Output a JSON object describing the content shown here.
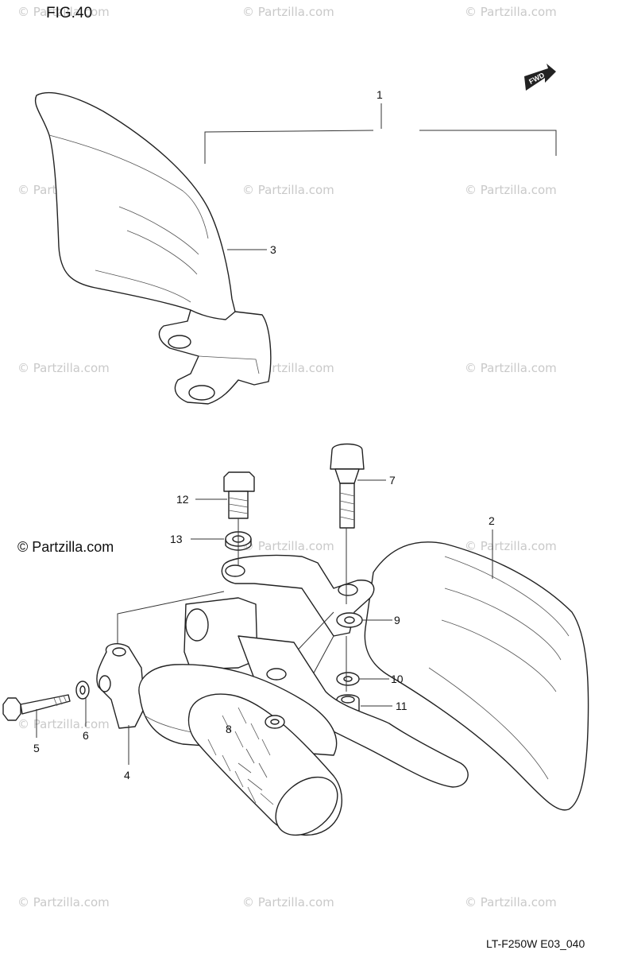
{
  "figure": {
    "title": "FIG.40",
    "code": "LT-F250W E03_040",
    "direction_marker": "FWD"
  },
  "watermark": {
    "text": "© Partzilla.com",
    "main_text": "© Partzilla.com"
  },
  "callouts": [
    {
      "id": "1",
      "label": "1"
    },
    {
      "id": "2",
      "label": "2"
    },
    {
      "id": "3",
      "label": "3"
    },
    {
      "id": "4",
      "label": "4"
    },
    {
      "id": "5",
      "label": "5"
    },
    {
      "id": "6",
      "label": "6"
    },
    {
      "id": "7",
      "label": "7"
    },
    {
      "id": "8",
      "label": "8"
    },
    {
      "id": "9",
      "label": "9"
    },
    {
      "id": "10",
      "label": "10"
    },
    {
      "id": "11",
      "label": "11"
    },
    {
      "id": "12",
      "label": "12"
    },
    {
      "id": "13",
      "label": "13"
    }
  ]
}
